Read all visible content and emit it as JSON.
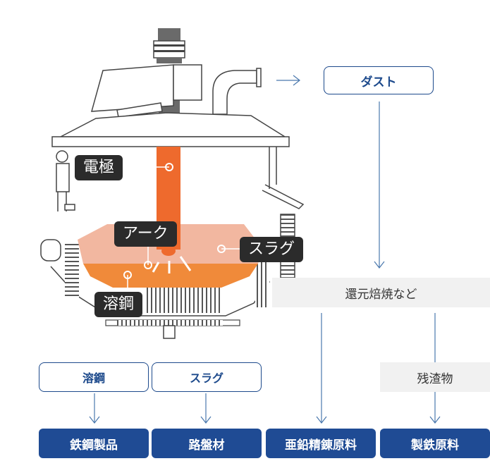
{
  "labels": {
    "electrode": "電極",
    "arc": "アーク",
    "slag_tag": "スラグ",
    "molten_steel_tag": "溶鋼"
  },
  "flow": {
    "dust": "ダスト",
    "reduction_roasting": "還元焙焼など",
    "residue": "残渣物"
  },
  "sources": {
    "molten_steel": "溶鋼",
    "slag": "スラグ"
  },
  "products": {
    "steel_products": "鉄鋼製品",
    "road_material": "路盤材",
    "zinc_lead_material": "亜鉛精錬原料",
    "ironmaking_material": "製鉄原料"
  },
  "colors": {
    "electrode": "#ee6a2d",
    "molten_steel": "#f08a3a",
    "slag": "#f2b7a0",
    "accent_blue": "#1f4b94",
    "arrow_blue": "#4a78ad"
  }
}
